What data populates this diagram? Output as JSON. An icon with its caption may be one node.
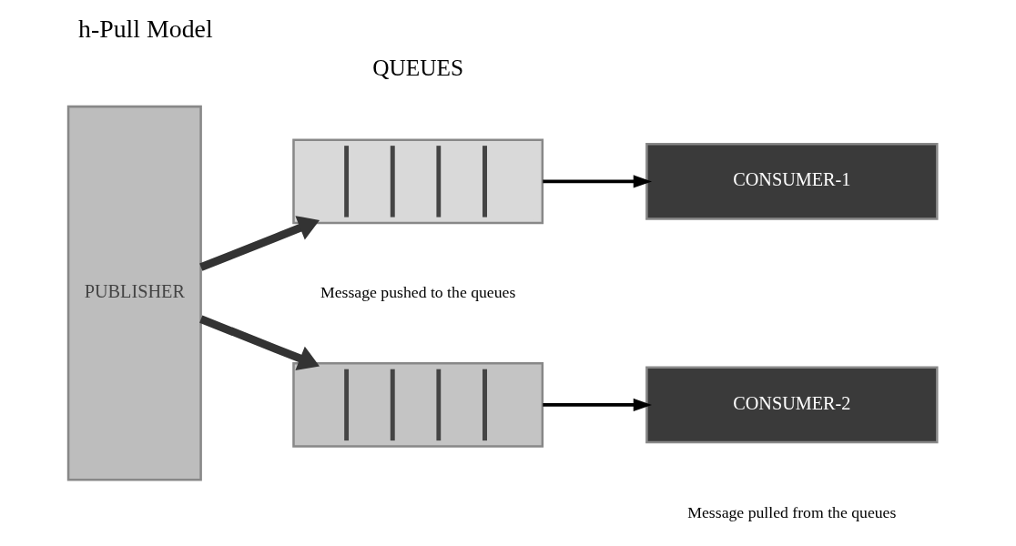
{
  "diagram": {
    "title": "h-Pull Model",
    "nodes": [
      {
        "text": [
          "PUBLISHER"
        ]
      },
      {
        "text": [],
        "shape": "bar"
      },
      {
        "text": [],
        "shape": "bar"
      },
      {
        "text": [
          "CONSUMER-1"
        ]
      },
      {
        "text": [
          "CONSUMER-2"
        ]
      }
    ],
    "edges": [
      {
        "from": 0,
        "to": 1,
        "arrow": "to",
        "style": "thick"
      },
      {
        "from": 0,
        "to": 2,
        "arrow": "to",
        "style": "thick"
      },
      {
        "from": 1,
        "to": 3,
        "arrow": "to"
      },
      {
        "from": 2,
        "to": 4,
        "arrow": "to"
      }
    ],
    "labels": [
      "QUEUES",
      "Message pushed to the queues",
      "Message pulled from the queues"
    ]
  }
}
